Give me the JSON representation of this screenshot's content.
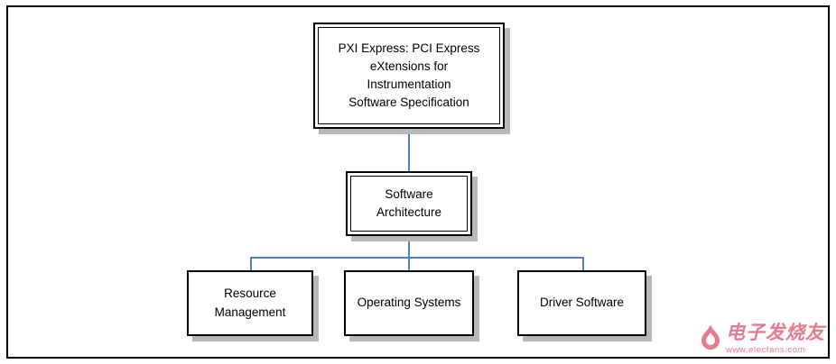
{
  "colors": {
    "connector": "#4f81bd",
    "box_border": "#000000",
    "box_shadow": "#b8b8b8",
    "watermark": "#e8798e",
    "background": "#ffffff"
  },
  "diagram": {
    "root": {
      "label": "PXI Express:  PCI Express\neXtensions for\nInstrumentation\nSoftware Specification"
    },
    "level2": {
      "label": "Software\nArchitecture"
    },
    "children": [
      {
        "label": "Resource\nManagement"
      },
      {
        "label": "Operating Systems"
      },
      {
        "label": "Driver Software"
      }
    ]
  },
  "watermark": {
    "name": "电子发烧友",
    "url": "www.elecfans.com"
  }
}
